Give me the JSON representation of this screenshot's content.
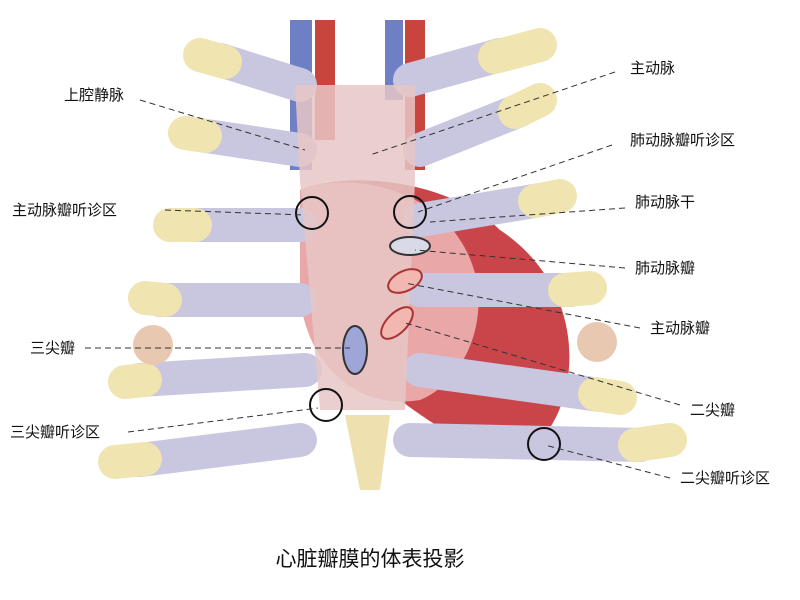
{
  "title": "心脏瓣膜的体表投影",
  "labels": {
    "svc": "上腔静脉",
    "aorta": "主动脉",
    "pulm_valve_area": "肺动脉瓣听诊区",
    "aortic_valve_area": "主动脉瓣听诊区",
    "pulm_trunk": "肺动脉干",
    "pulm_valve": "肺动脉瓣",
    "aortic_valve": "主动脉瓣",
    "tricuspid": "三尖瓣",
    "mitral": "二尖瓣",
    "tricuspid_area": "三尖瓣听诊区",
    "mitral_area": "二尖瓣听诊区"
  },
  "colors": {
    "rib": "#c9c6e0",
    "cartilage": "#f0e4b0",
    "heart": "#e9a7a7",
    "heart_dark": "#c9454a",
    "sternum": "#e8c6c6",
    "vein": "#6f7fc4",
    "artery": "#c8453e"
  }
}
